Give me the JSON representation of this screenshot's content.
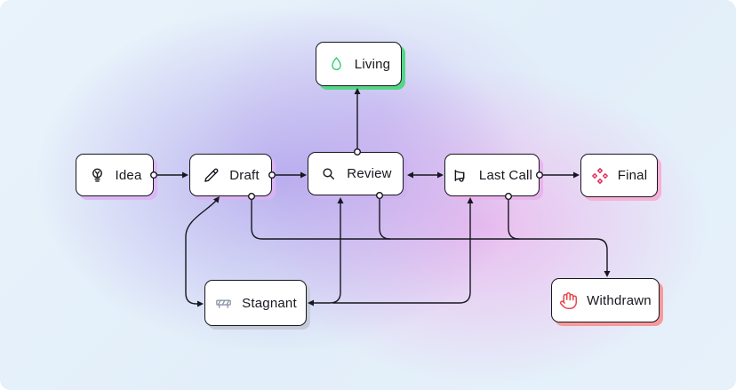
{
  "diagram": {
    "description": "Proposal status flowchart",
    "colors": {
      "line": "#17171f",
      "node_border": "#17171f",
      "node_bg": "#ffffff",
      "bg_corner_blue": "#e7f1fa",
      "bg_blob_purple": "#9476e4",
      "bg_blob_pink": "#f096e6",
      "icon_pink": "#e0315b",
      "icon_green": "#2fcf6b",
      "icon_gray": "#8c96a8",
      "icon_red": "#e5484d"
    },
    "nodes": [
      {
        "id": "idea",
        "label": "Idea",
        "icon": "lightbulb-icon",
        "icon_color": "#17171f",
        "shadow_color": "#dab8f3"
      },
      {
        "id": "draft",
        "label": "Draft",
        "icon": "pencil-icon",
        "icon_color": "#17171f",
        "shadow_color": "#d7b4f2"
      },
      {
        "id": "review",
        "label": "Review",
        "icon": "magnifier-icon",
        "icon_color": "#17171f",
        "shadow_color": "#ccb2f0"
      },
      {
        "id": "last-call",
        "label": "Last Call",
        "icon": "megaphone-icon",
        "icon_color": "#17171f",
        "shadow_color": "#e9b4ee"
      },
      {
        "id": "final",
        "label": "Final",
        "icon": "diamonds-icon",
        "icon_color": "#e0315b",
        "shadow_color": "#f7b0d6"
      },
      {
        "id": "living",
        "label": "Living",
        "icon": "egg-icon",
        "icon_color": "#2fcf6b",
        "shadow_color": "#55d686"
      },
      {
        "id": "stagnant",
        "label": "Stagnant",
        "icon": "barrier-icon",
        "icon_color": "#8c96a8",
        "shadow_color": "#c5ccd8"
      },
      {
        "id": "withdrawn",
        "label": "Withdrawn",
        "icon": "hand-icon",
        "icon_color": "#e5484d",
        "shadow_color": "#f79a9b"
      }
    ],
    "edges": [
      {
        "from": "idea",
        "to": "draft",
        "type": "one-way"
      },
      {
        "from": "draft",
        "to": "review",
        "type": "one-way"
      },
      {
        "from": "review",
        "to": "last-call",
        "type": "two-way"
      },
      {
        "from": "last-call",
        "to": "final",
        "type": "one-way"
      },
      {
        "from": "review",
        "to": "living",
        "type": "one-way"
      },
      {
        "from": "draft",
        "to": "stagnant",
        "type": "two-way"
      },
      {
        "from": "review",
        "to": "stagnant",
        "type": "two-way"
      },
      {
        "from": "last-call",
        "to": "stagnant",
        "type": "two-way"
      },
      {
        "from": "draft",
        "to": "withdrawn",
        "type": "one-way"
      },
      {
        "from": "review",
        "to": "withdrawn",
        "type": "one-way"
      },
      {
        "from": "last-call",
        "to": "withdrawn",
        "type": "one-way"
      }
    ]
  }
}
